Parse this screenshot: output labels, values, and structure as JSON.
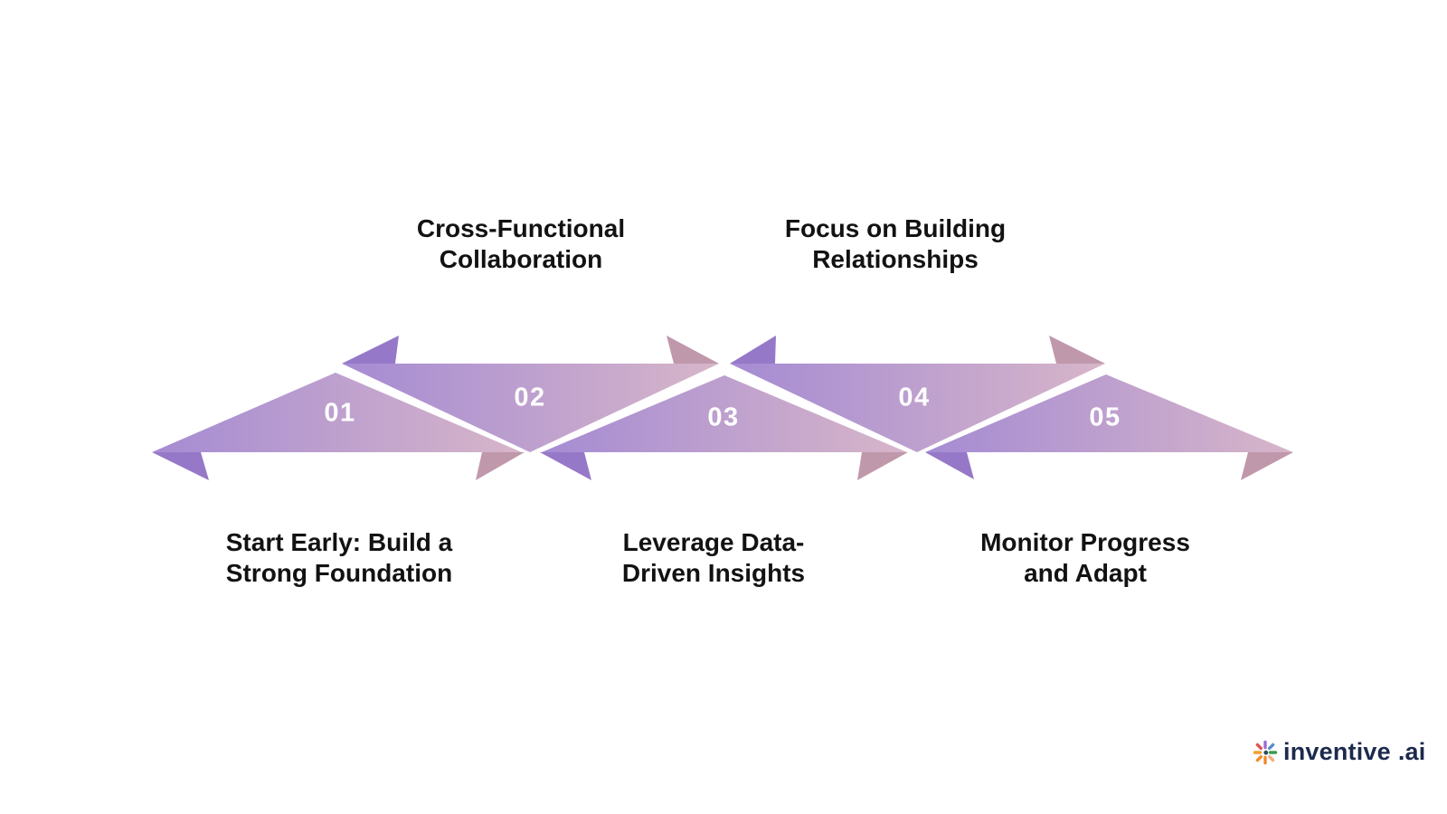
{
  "background": "#ffffff",
  "steps": [
    {
      "number": "01",
      "label": "Start Early: Build a Strong Foundation",
      "label_lines": [
        "Start Early: Build a",
        "Strong Foundation"
      ],
      "label_position": "below"
    },
    {
      "number": "02",
      "label": "Cross-Functional Collaboration",
      "label_lines": [
        "Cross-Functional",
        "Collaboration"
      ],
      "label_position": "above"
    },
    {
      "number": "03",
      "label": "Leverage Data-Driven Insights",
      "label_lines": [
        "Leverage Data-",
        "Driven Insights"
      ],
      "label_position": "below"
    },
    {
      "number": "04",
      "label": "Focus on Building Relationships",
      "label_lines": [
        "Focus on Building",
        "Relationships"
      ],
      "label_position": "above"
    },
    {
      "number": "05",
      "label": "Monitor Progress and Adapt",
      "label_lines": [
        "Monitor Progress",
        "and Adapt"
      ],
      "label_position": "below"
    }
  ],
  "colors": {
    "band_gradient_start": "#a58bd3",
    "band_gradient_end": "#d7b5c9",
    "fold_purple": "#9678c8",
    "fold_pink": "#c098ab",
    "step_number_text": "#ffffff",
    "label_text": "#121212",
    "logo_text": "#1d2a4d"
  },
  "logo": {
    "brand": "inventive",
    "suffix": ".ai",
    "icon": "starburst-icon",
    "icon_colors": [
      "#9b6cd6",
      "#5b8ec4",
      "#3d9a50",
      "#f5ad7e",
      "#f08a2a",
      "#ee8c2f",
      "#f59d32",
      "#e0524e",
      "#2a4f58"
    ]
  }
}
